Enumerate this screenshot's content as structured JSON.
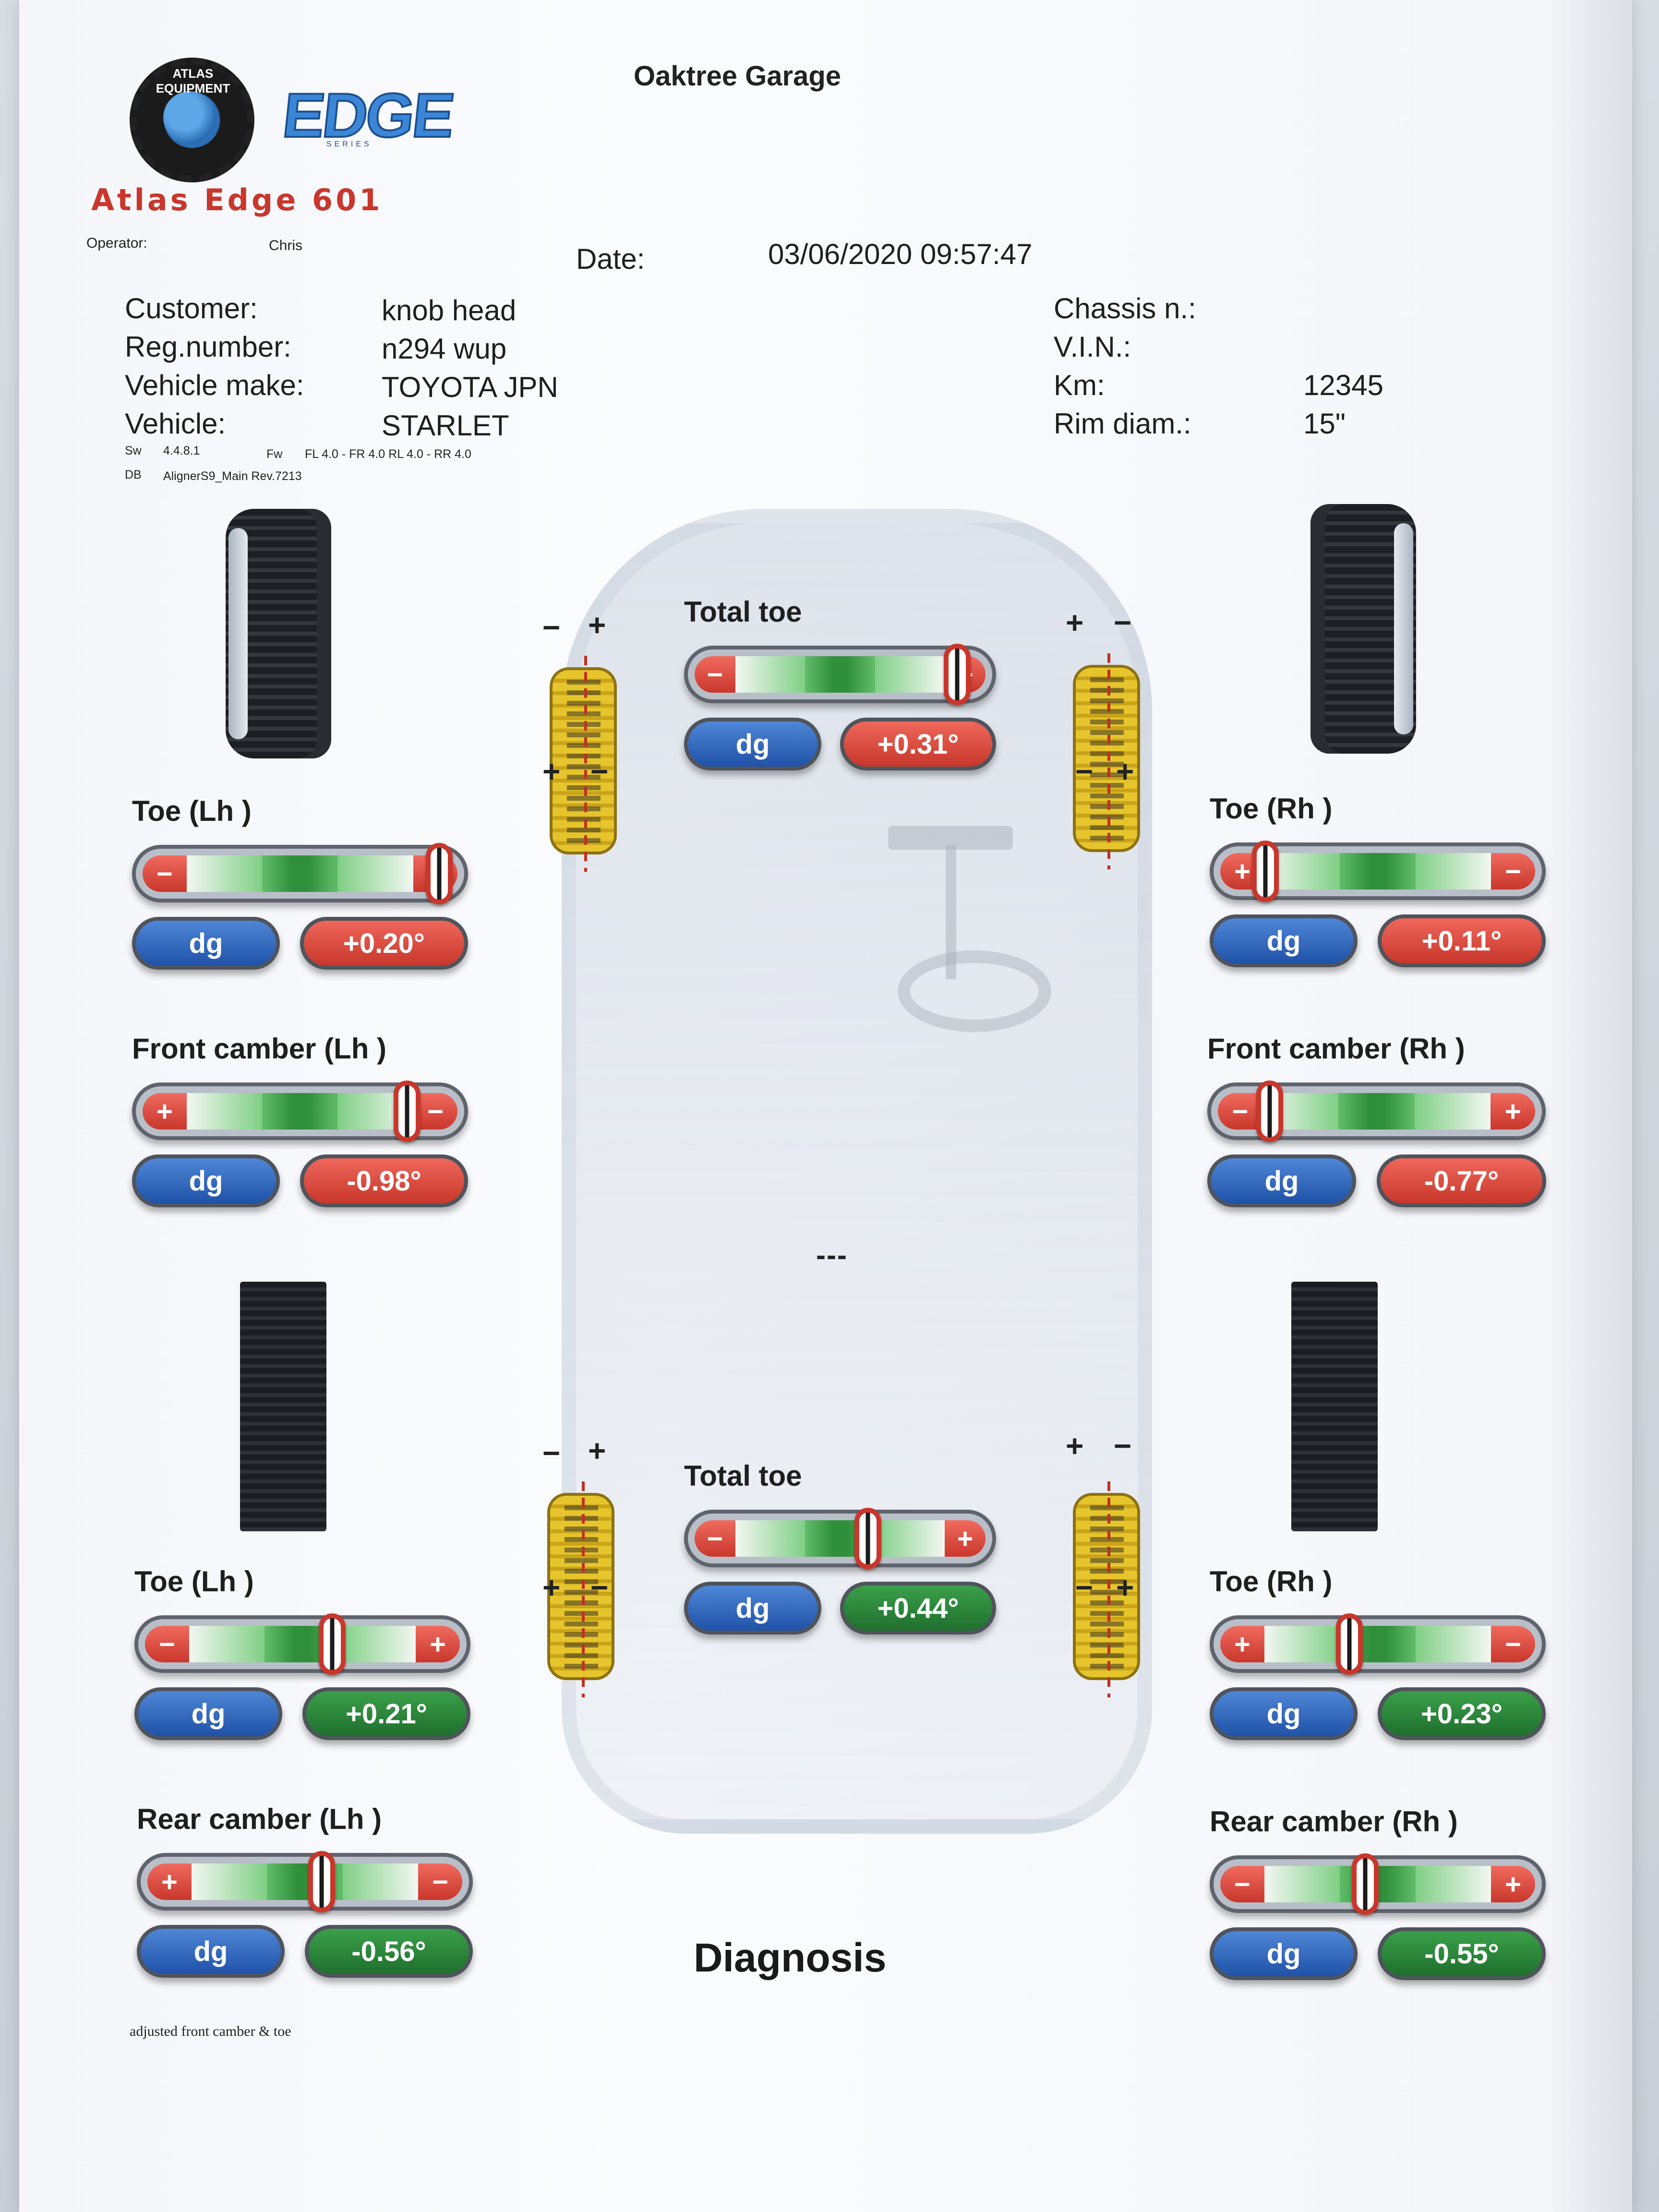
{
  "header": {
    "logo_ring_text": "ATLAS EQUIPMENT",
    "edge_logo": "EDGE",
    "edge_sub": "SERIES",
    "brand": "Atlas Edge 601",
    "garage": "Oaktree Garage",
    "operator_label": "Operator:",
    "operator_value": "Chris",
    "date_label": "Date:",
    "date_value": "03/06/2020 09:57:47"
  },
  "vehicle": {
    "customer_label": "Customer:",
    "customer_value": "knob head",
    "reg_label": "Reg.number:",
    "reg_value": "n294 wup",
    "make_label": "Vehicle make:",
    "make_value": "TOYOTA JPN",
    "vehicle_label": "Vehicle:",
    "vehicle_value": "STARLET",
    "chassis_label": "Chassis n.:",
    "vin_label": "V.I.N.:",
    "km_label": "Km:",
    "km_value": "12345",
    "rim_label": "Rim diam.:",
    "rim_value": "15\"",
    "sw_label": "Sw",
    "sw_value": "4.4.8.1",
    "fw_label": "Fw",
    "fw_value": "FL 4.0 - FR 4.0 RL 4.0 - RR 4.0",
    "db_label": "DB",
    "db_value": "AlignerS9_Main Rev.7213"
  },
  "front": {
    "total_toe": {
      "title": "Total toe",
      "unit": "dg",
      "value": "+0.31°",
      "status": "red",
      "left_sign": "−",
      "right_sign": "+",
      "marker_pos": 0.88
    },
    "toe_lh": {
      "title": "Toe (Lh )",
      "unit": "dg",
      "value": "+0.20°",
      "status": "red",
      "left_sign": "−",
      "right_sign": "+",
      "marker_pos": 0.92
    },
    "toe_rh": {
      "title": "Toe (Rh )",
      "unit": "dg",
      "value": "+0.11°",
      "status": "red",
      "left_sign": "+",
      "right_sign": "−",
      "marker_pos": 0.14
    },
    "camber_lh": {
      "title": "Front camber (Lh )",
      "unit": "dg",
      "value": "-0.98°",
      "status": "red",
      "left_sign": "+",
      "right_sign": "−",
      "marker_pos": 0.82
    },
    "camber_rh": {
      "title": "Front camber (Rh )",
      "unit": "dg",
      "value": "-0.77°",
      "status": "red",
      "left_sign": "−",
      "right_sign": "+",
      "marker_pos": 0.16
    }
  },
  "rear": {
    "total_toe": {
      "title": "Total toe",
      "unit": "dg",
      "value": "+0.44°",
      "status": "green",
      "left_sign": "−",
      "right_sign": "+",
      "marker_pos": 0.58
    },
    "toe_lh": {
      "title": "Toe (Lh )",
      "unit": "dg",
      "value": "+0.21°",
      "status": "green",
      "left_sign": "−",
      "right_sign": "+",
      "marker_pos": 0.58
    },
    "toe_rh": {
      "title": "Toe (Rh )",
      "unit": "dg",
      "value": "+0.23°",
      "status": "green",
      "left_sign": "+",
      "right_sign": "−",
      "marker_pos": 0.4
    },
    "camber_lh": {
      "title": "Rear camber (Lh )",
      "unit": "dg",
      "value": "-0.56°",
      "status": "green",
      "left_sign": "+",
      "right_sign": "−",
      "marker_pos": 0.54
    },
    "camber_rh": {
      "title": "Rear camber (Rh )",
      "unit": "dg",
      "value": "-0.55°",
      "status": "green",
      "left_sign": "−",
      "right_sign": "+",
      "marker_pos": 0.45
    }
  },
  "tire_signs": {
    "top_minus": "−",
    "top_plus": "+",
    "mid_plus": "+",
    "mid_minus": "−"
  },
  "middle_dashes": "---",
  "diagnosis": "Diagnosis",
  "note": "adjusted front camber & toe",
  "colors": {
    "red": "#c9372c",
    "green": "#2f8f3a",
    "blue": "#1f52a8",
    "brand": "#c9372c"
  }
}
